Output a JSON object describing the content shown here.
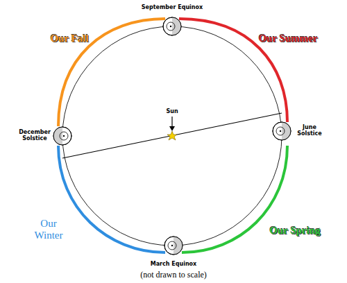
{
  "diagram": {
    "labels": [
      "September Equinox",
      "Our Fall",
      "Our Summer",
      "December Solstice",
      "Sun",
      "June Solstice",
      "Our Winter",
      "Our Spring",
      "March Equinox",
      "(not drawn to scale)"
    ]
  }
}
